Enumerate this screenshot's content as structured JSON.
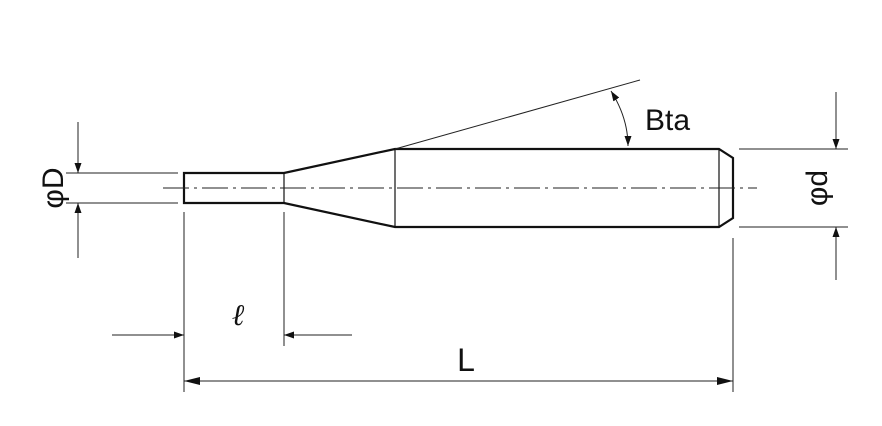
{
  "labels": {
    "shank_diameter": "φd",
    "tip_diameter": "φD",
    "taper_angle": "Bta",
    "tip_length": "ℓ",
    "overall_length": "L"
  },
  "colors": {
    "line": "#111111",
    "thin": "#222222",
    "background": "#ffffff"
  }
}
